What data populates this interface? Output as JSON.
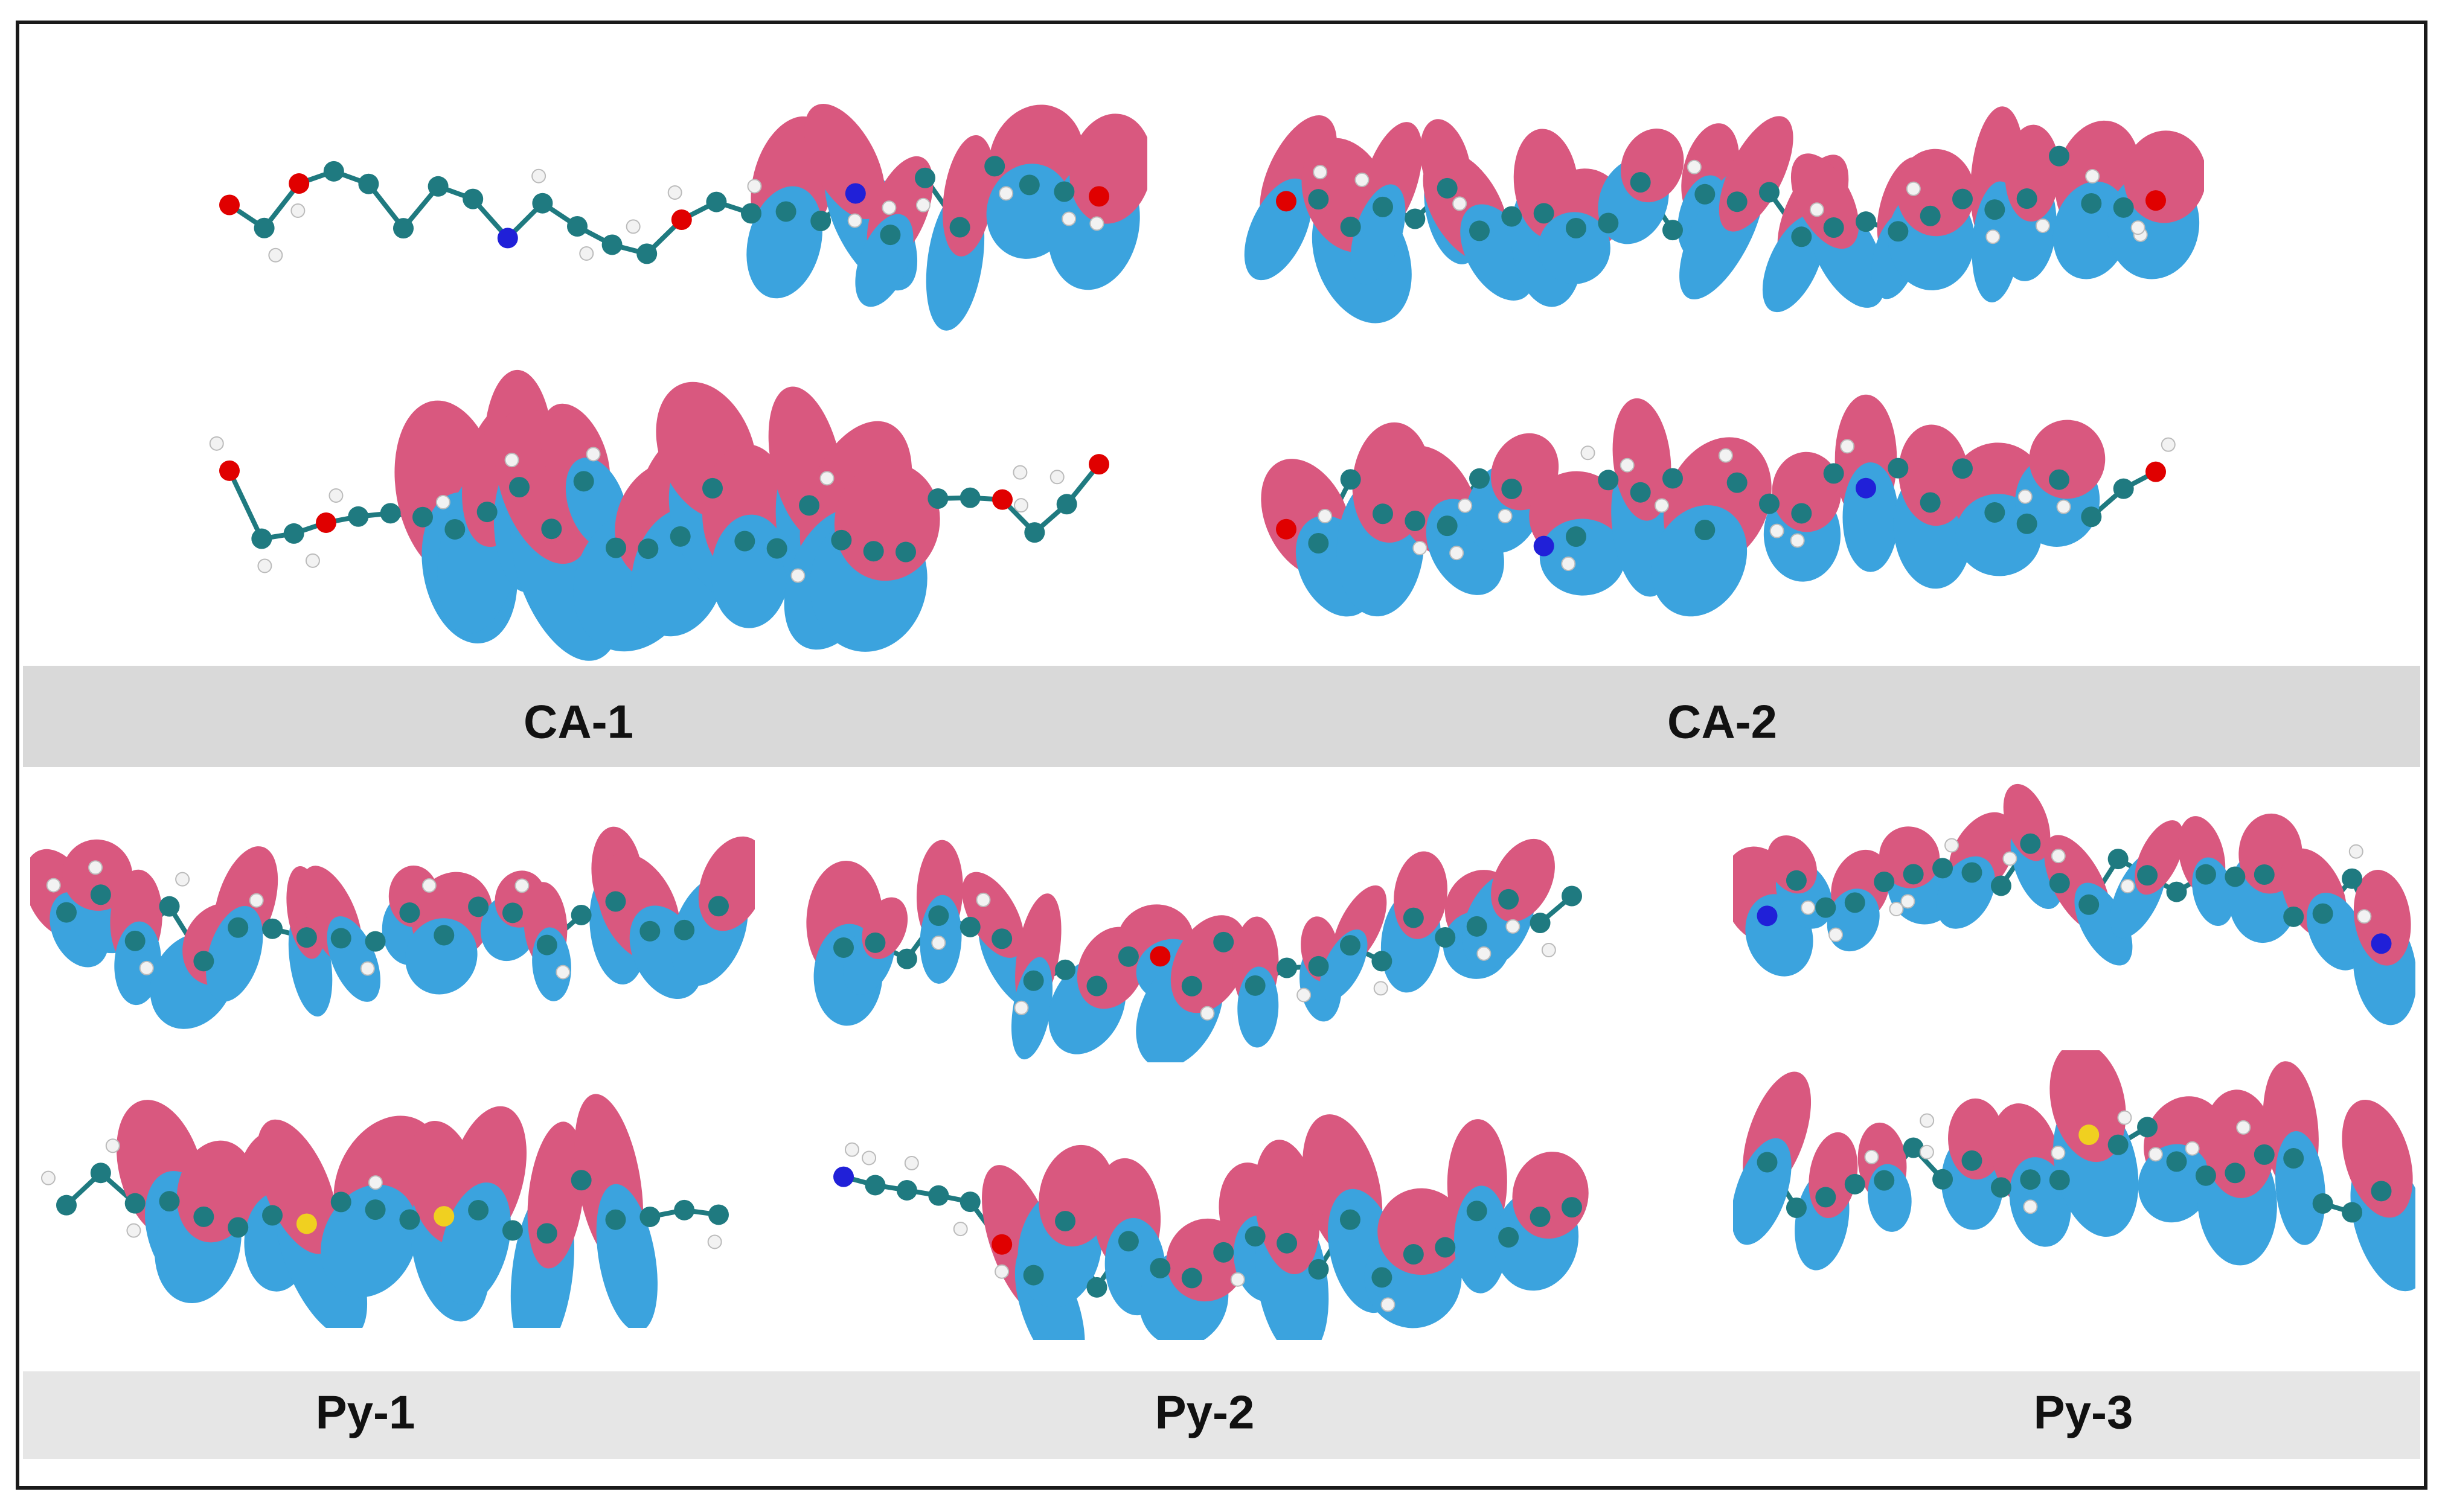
{
  "labels": {
    "ca1": "CA-1",
    "ca2": "CA-2",
    "py1": "Py-1",
    "py2": "Py-2",
    "py3": "Py-3"
  },
  "colors": {
    "lobe_positive": "#3ba3de",
    "lobe_negative": "#d9587f",
    "carbon": "#1f7a80",
    "oxygen": "#e00000",
    "nitrogen": "#2020d8",
    "sulfur": "#f0d020",
    "hydrogen": "#f2f2f2",
    "band_top": "#d9d9d9",
    "band_bottom": "#e6e6e6",
    "frame": "#1a1a1a"
  }
}
